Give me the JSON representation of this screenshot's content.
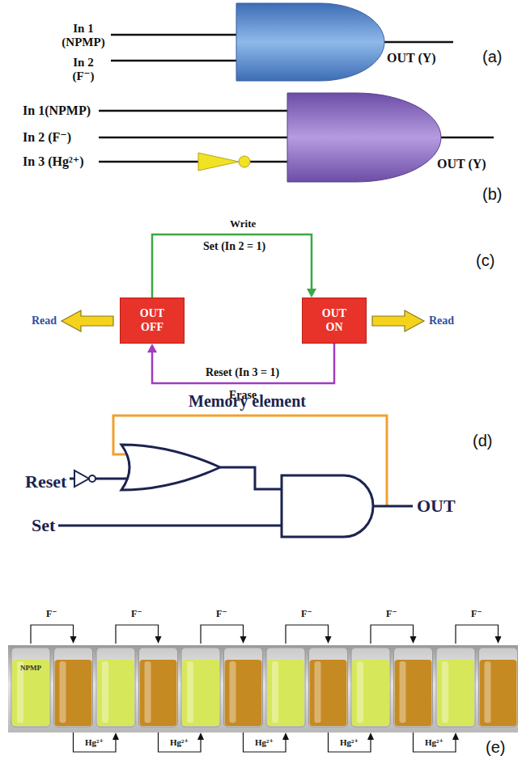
{
  "diagram": {
    "nodes": [
      {
        "text": [
          "OUT OFF"
        ]
      },
      {
        "text": [
          "OUT ON"
        ]
      }
    ],
    "edges": [
      {
        "from": 0,
        "to": 1,
        "arrow": "to",
        "label": "Set (In 2 = 1)"
      },
      {
        "from": 1,
        "to": 0,
        "arrow": "to",
        "label": "Reset (In 3 = 1)"
      }
    ],
    "labels": [
      "In 1 (NPMP)",
      "In 2 (F⁻)",
      "OUT (Y)",
      "(a)",
      "In 1(NPMP)",
      "In 2 (F⁻)",
      "In 3 (Hg²⁺)",
      "OUT (Y)",
      "(b)",
      "Write",
      "(c)",
      "Read",
      "Read",
      "Erase",
      "Memory element",
      "Reset",
      "Set",
      "OUT",
      "(d)",
      "NPMP",
      "F⁻",
      "F⁻",
      "F⁻",
      "F⁻",
      "F⁻",
      "F⁻",
      "Hg²⁺",
      "Hg²⁺",
      "Hg²⁺",
      "Hg²⁺",
      "Hg²⁺",
      "(e)"
    ]
  }
}
